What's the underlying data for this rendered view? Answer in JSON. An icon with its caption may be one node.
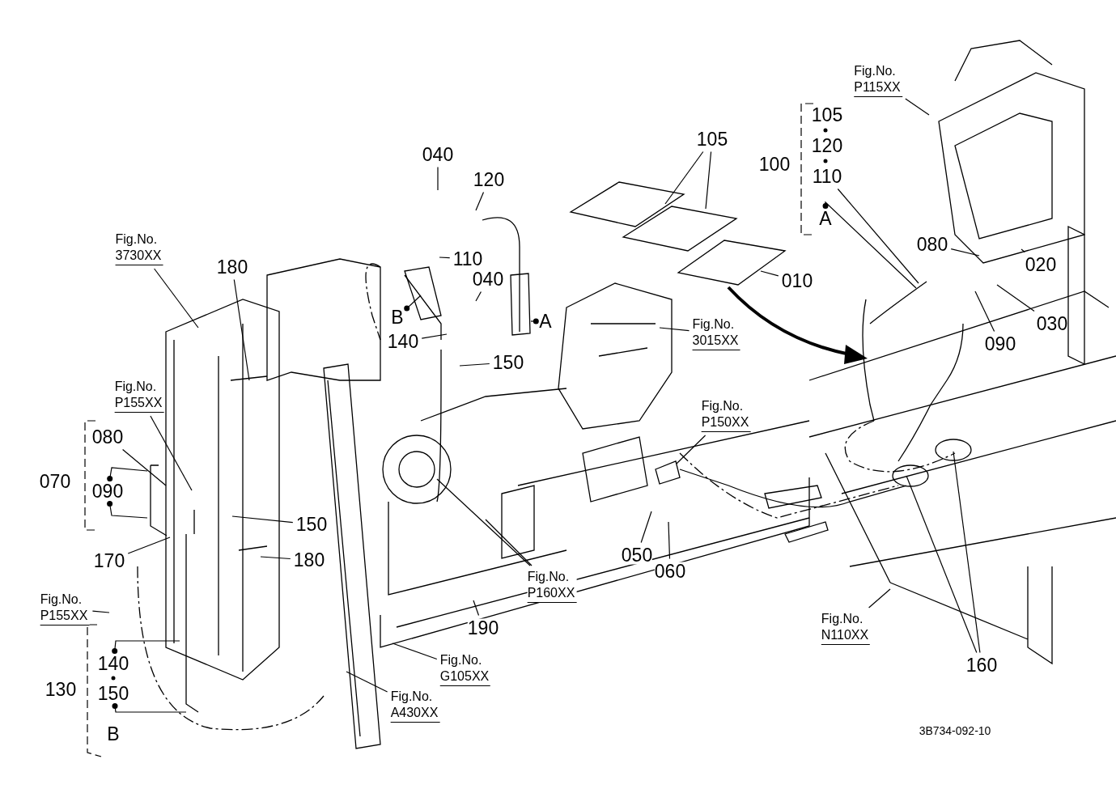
{
  "diagram": {
    "nodes": [
      {
        "text": [
          "Fig.No. P115XX"
        ]
      },
      {
        "text": [
          "105"
        ]
      },
      {
        "text": [
          "110"
        ]
      },
      {
        "text": [
          "A"
        ]
      },
      {
        "text": [
          "080"
        ]
      },
      {
        "text": [
          "020"
        ]
      },
      {
        "text": [
          "030"
        ]
      },
      {
        "text": [
          "090"
        ]
      },
      {
        "text": [
          "010"
        ]
      },
      {
        "text": [
          "040"
        ]
      },
      {
        "text": [
          "120"
        ]
      },
      {
        "text": [
          "110"
        ]
      },
      {
        "text": [
          "040"
        ]
      },
      {
        "text": [
          "A"
        ]
      },
      {
        "text": [
          "B"
        ]
      },
      {
        "text": [
          "140"
        ]
      },
      {
        "text": [
          "150"
        ]
      },
      {
        "text": [
          "Fig.No. 3730XX"
        ]
      },
      {
        "text": [
          "180"
        ]
      },
      {
        "text": [
          "Fig.No. P155XX"
        ]
      },
      {
        "text": [
          "080"
        ]
      },
      {
        "text": [
          "090"
        ]
      },
      {
        "text": [
          "150"
        ]
      },
      {
        "text": [
          "170"
        ]
      },
      {
        "text": [
          "180"
        ]
      },
      {
        "text": [
          "Fig.No. P155XX"
        ]
      },
      {
        "text": [
          "140"
        ]
      },
      {
        "text": [
          "150"
        ]
      },
      {
        "text": [
          "Fig.No. G105XX"
        ]
      },
      {
        "text": [
          "Fig.No. A430XX"
        ]
      },
      {
        "text": [
          "190"
        ]
      },
      {
        "text": [
          "Fig.No. P160XX"
        ]
      },
      {
        "text": [
          "050"
        ]
      },
      {
        "text": [
          "060"
        ]
      },
      {
        "text": [
          "Fig.No. P150XX"
        ]
      },
      {
        "text": [
          "Fig.No. 3015XX"
        ]
      },
      {
        "text": [
          "Fig.No. N110XX"
        ]
      },
      {
        "text": [
          "160"
        ]
      }
    ],
    "edges": [
      {
        "from": 0,
        "to": null,
        "arrow": "none"
      },
      {
        "from": 1,
        "to": null,
        "arrow": "none"
      },
      {
        "from": 1,
        "to": null,
        "arrow": "none"
      },
      {
        "from": 2,
        "to": null,
        "arrow": "none"
      },
      {
        "from": 3,
        "to": null,
        "arrow": "other"
      },
      {
        "from": 4,
        "to": null,
        "arrow": "none"
      },
      {
        "from": 5,
        "to": null,
        "arrow": "none"
      },
      {
        "from": 6,
        "to": null,
        "arrow": "none"
      },
      {
        "from": 7,
        "to": null,
        "arrow": "none"
      },
      {
        "from": 8,
        "to": null,
        "arrow": "none"
      },
      {
        "from": 9,
        "to": null,
        "arrow": "none"
      },
      {
        "from": 10,
        "to": null,
        "arrow": "none"
      },
      {
        "from": 11,
        "to": null,
        "arrow": "none"
      },
      {
        "from": 12,
        "to": null,
        "arrow": "none"
      },
      {
        "from": 13,
        "to": null,
        "arrow": "other"
      },
      {
        "from": 14,
        "to": null,
        "arrow": "other"
      },
      {
        "from": 15,
        "to": null,
        "arrow": "none"
      },
      {
        "from": 16,
        "to": null,
        "arrow": "none"
      },
      {
        "from": 17,
        "to": null,
        "arrow": "none"
      },
      {
        "from": 18,
        "to": null,
        "arrow": "none"
      },
      {
        "from": 19,
        "to": null,
        "arrow": "none"
      },
      {
        "from": 20,
        "to": null,
        "arrow": "none"
      },
      {
        "from": 21,
        "to": null,
        "arrow": "other"
      },
      {
        "from": 21,
        "to": null,
        "arrow": "other"
      },
      {
        "from": 22,
        "to": null,
        "arrow": "none"
      },
      {
        "from": 23,
        "to": null,
        "arrow": "none"
      },
      {
        "from": 24,
        "to": null,
        "arrow": "none"
      },
      {
        "from": 25,
        "to": null,
        "arrow": "none"
      },
      {
        "from": 26,
        "to": null,
        "arrow": "other"
      },
      {
        "from": 27,
        "to": null,
        "arrow": "other"
      },
      {
        "from": 28,
        "to": null,
        "arrow": "none"
      },
      {
        "from": 29,
        "to": null,
        "arrow": "none"
      },
      {
        "from": 30,
        "to": null,
        "arrow": "none"
      },
      {
        "from": 31,
        "to": null,
        "arrow": "none"
      },
      {
        "from": 31,
        "to": null,
        "arrow": "none"
      },
      {
        "from": 32,
        "to": null,
        "arrow": "none"
      },
      {
        "from": 33,
        "to": null,
        "arrow": "none"
      },
      {
        "from": 34,
        "to": null,
        "arrow": "none"
      },
      {
        "from": 35,
        "to": null,
        "arrow": "none"
      },
      {
        "from": 36,
        "to": null,
        "arrow": "none"
      },
      {
        "from": 37,
        "to": null,
        "arrow": "none"
      },
      {
        "from": 37,
        "to": null,
        "arrow": "none"
      }
    ],
    "labels": [
      "105",
      "120",
      "100",
      "070",
      "130",
      "B",
      "3B734-092-10"
    ]
  }
}
